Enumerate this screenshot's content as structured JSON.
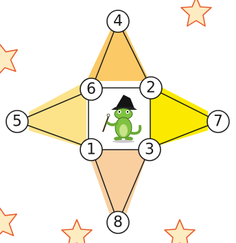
{
  "puzzle": {
    "nodes": [
      {
        "id": "n1",
        "label": "1"
      },
      {
        "id": "n2",
        "label": "2"
      },
      {
        "id": "n3",
        "label": "3"
      },
      {
        "id": "n4",
        "label": "4"
      },
      {
        "id": "n5",
        "label": "5"
      },
      {
        "id": "n6",
        "label": "6"
      },
      {
        "id": "n7",
        "label": "7"
      },
      {
        "id": "n8",
        "label": "8"
      }
    ],
    "triangles": [
      {
        "name": "top-triangle",
        "color": "#FBC966"
      },
      {
        "name": "left-triangle",
        "color": "#FCE38A"
      },
      {
        "name": "right-triangle",
        "color": "#FBEA00"
      },
      {
        "name": "bottom-triangle",
        "color": "#F9CFA0"
      }
    ],
    "center_image": "wizard-lizard-character",
    "decor": "star-icon",
    "colors": {
      "star_fill": "#FDEBC2",
      "star_stroke": "#E85A2A",
      "node_stroke": "#1a1a1a"
    }
  }
}
